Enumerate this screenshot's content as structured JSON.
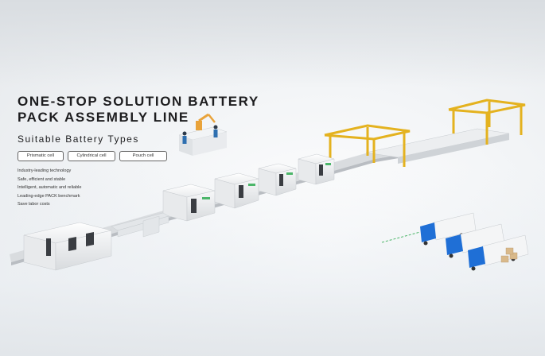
{
  "hero": {
    "title_line1": "ONE-STOP SOLUTION BATTERY",
    "title_line2": "PACK ASSEMBLY LINE",
    "subtitle": "Suitable Battery Types"
  },
  "battery_types": [
    {
      "label": "Prismatic cell"
    },
    {
      "label": "Cylindrical cell"
    },
    {
      "label": "Pouch cell"
    }
  ],
  "features": [
    {
      "label": "Industry-leading technology"
    },
    {
      "label": "Safe, efficient and stable"
    },
    {
      "label": "Intelligent, automatic and reliable"
    },
    {
      "label": "Leading-edge PACK benchmark"
    },
    {
      "label": "Save labor costs"
    }
  ],
  "colors": {
    "gantry": "#e4b21f",
    "truck_cab": "#1f6fd6",
    "accent_green": "#4cb66a",
    "machine_body": "#f2f3f4",
    "machine_panel": "#3a3d42"
  },
  "icons": {
    "robot_arm": "robot-arm-icon",
    "workers": "worker-icon"
  }
}
